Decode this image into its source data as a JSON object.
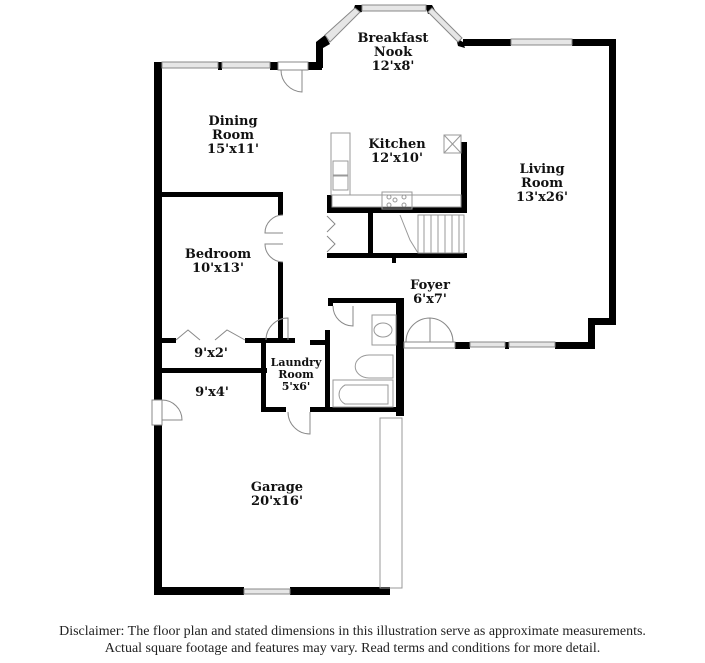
{
  "floorplan": {
    "rooms": [
      {
        "id": "breakfast-nook",
        "name_line1": "Breakfast",
        "name_line2": "Nook",
        "dims": "12'x8'"
      },
      {
        "id": "dining-room",
        "name_line1": "Dining",
        "name_line2": "Room",
        "dims": "15'x11'"
      },
      {
        "id": "kitchen",
        "name_line1": "Kitchen",
        "name_line2": "",
        "dims": "12'x10'"
      },
      {
        "id": "living-room",
        "name_line1": "Living",
        "name_line2": "Room",
        "dims": "13'x26'"
      },
      {
        "id": "bedroom",
        "name_line1": "Bedroom",
        "name_line2": "",
        "dims": "10'x13'"
      },
      {
        "id": "foyer",
        "name_line1": "Foyer",
        "name_line2": "",
        "dims": "6'x7'"
      },
      {
        "id": "closet",
        "name_line1": "",
        "name_line2": "",
        "dims": "9'x2'"
      },
      {
        "id": "laundry-room",
        "name_line1": "Laundry",
        "name_line2": "Room",
        "dims": "5'x6'"
      },
      {
        "id": "storage",
        "name_line1": "",
        "name_line2": "",
        "dims": "9'x4'"
      },
      {
        "id": "garage",
        "name_line1": "Garage",
        "name_line2": "",
        "dims": "20'x16'"
      }
    ],
    "colors": {
      "wall": "#000000",
      "fixture": "#999999",
      "window_fill": "#e6e6e6",
      "background": "#ffffff"
    }
  },
  "disclaimer": {
    "line1": "Disclaimer: The floor plan and stated dimensions in this illustration serve as approximate measurements.",
    "line2": "Actual square footage and features may vary. Read terms and conditions for more detail."
  }
}
